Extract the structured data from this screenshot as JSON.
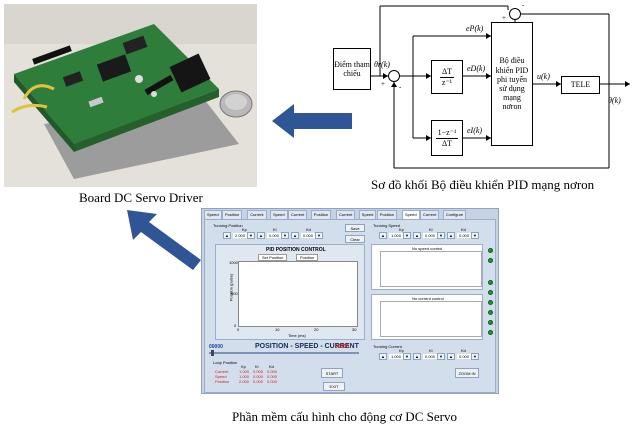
{
  "captions": {
    "board": "Board DC Servo Driver",
    "block_diagram": "Sơ đồ khối Bộ điều khiển PID mạng nơron",
    "software": "Phần mềm cấu hình cho động cơ DC Servo"
  },
  "diagram": {
    "setpoint_block": "Điểm tham chiếu",
    "derivative_num": "ΔT",
    "derivative_den": "z⁻¹",
    "integral_num": "1−z⁻¹",
    "integral_den": "ΔT",
    "pid_block": "Bộ điều khiển PID phi tuyến sử dụng mạng nơron",
    "plant_block": "TELE",
    "theta_r": "θr(k)",
    "ep": "eP(k)",
    "ei": "eI(k)",
    "ed": "eD(k)",
    "u": "u(k)",
    "theta_out": "θ(k)",
    "plus1": "+",
    "minus1": "-",
    "plus2": "+",
    "minus2": "-"
  },
  "software": {
    "tabs": [
      "Speed",
      "Position",
      "Current",
      "Speed",
      "Current",
      "Position",
      "Current",
      "Speed",
      "Position",
      "Speed",
      "Current",
      "Configure"
    ],
    "active_tab_index": 9,
    "tuning_position_label": "Tunning Position",
    "kp": "Kp",
    "ki": "Ki",
    "kd": "Kd",
    "kp_val": "2.000",
    "ki_val": "0.000",
    "kd_val": "0.000",
    "save": "Save",
    "clear": "Clear",
    "chart_title": "PID POSITION CONTROL",
    "legend_set": "Set Position",
    "legend_pos": "Position",
    "ylabel": "Position (pulse)",
    "xlabel": "Time (ms)",
    "y_ticks": [
      "1000",
      "500",
      "0"
    ],
    "x_ticks": [
      "0",
      "10",
      "20",
      "30"
    ],
    "tuning_speed_label": "Tunning Speed",
    "speed_kp_val": "1.000",
    "speed_ki_val": "0.000",
    "speed_kd_val": "0.000",
    "small_chart1_title": "No speed control",
    "small_chart2_title": "No current control",
    "left_count": "00000",
    "psc_title": "POSITION - SPEED - CURRENT",
    "right_count": "00000",
    "loop_position_label": "Loop Position",
    "loop_headers": [
      "Kp",
      "Ki",
      "Kd"
    ],
    "loop_rows": [
      {
        "name": "Current",
        "vals": [
          "1.000",
          "0.000",
          "0.000"
        ]
      },
      {
        "name": "Speed",
        "vals": [
          "1.000",
          "0.000",
          "0.000"
        ]
      },
      {
        "name": "Position",
        "vals": [
          "2.000",
          "0.000",
          "0.000"
        ]
      }
    ],
    "tuning_current_label": "Tunning Current",
    "cur_kp_val": "1.000",
    "cur_ki_val": "0.000",
    "cur_kd_val": "0.000",
    "start": "START",
    "zoom": "ZOOM IN",
    "exit": "EXIT"
  },
  "colors": {
    "arrow_blue": "#2f5597",
    "window_bg": "#c6d3e4",
    "led_green": "#1f9a2a",
    "counter_red": "#cc2222",
    "counter_blue": "#1a3fa8"
  }
}
